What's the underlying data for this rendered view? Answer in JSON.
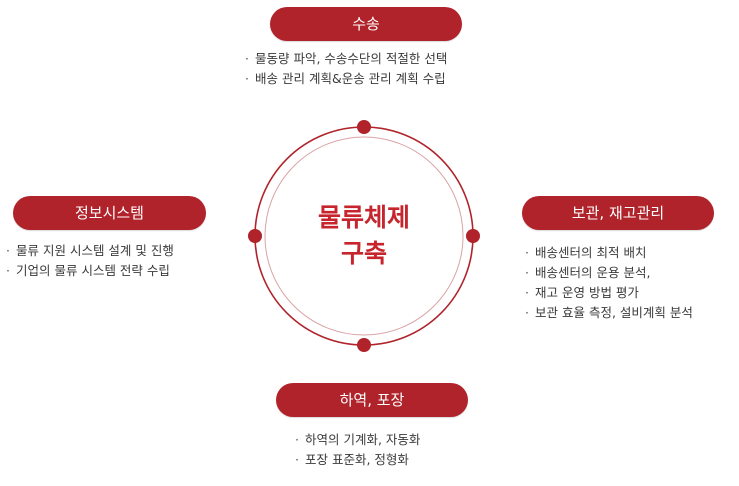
{
  "colors": {
    "accent": "#b0232b",
    "center_text": "#c7252d",
    "ring": "#b0232b"
  },
  "center": {
    "line1": "물류체제",
    "line2": "구축"
  },
  "nodes": {
    "top": {
      "label": "수송",
      "items": [
        "물동량 파악, 수송수단의 적절한 선택",
        "배송 관리 계획&운송 관리 계획 수립"
      ]
    },
    "left": {
      "label": "정보시스템",
      "items": [
        "물류 지원 시스템 설계 및 진행",
        "기업의 물류 시스템 전략 수립"
      ]
    },
    "right": {
      "label": "보관, 재고관리",
      "items": [
        "배송센터의 최적 배치",
        "배송센터의 운용 분석,",
        "재고 운영 방법 평가",
        "보관 효율 측정, 설비계획 분석"
      ]
    },
    "bottom": {
      "label": "하역, 포장",
      "items": [
        "하역의 기계화, 자동화",
        "포장 표준화, 정형화"
      ]
    }
  }
}
